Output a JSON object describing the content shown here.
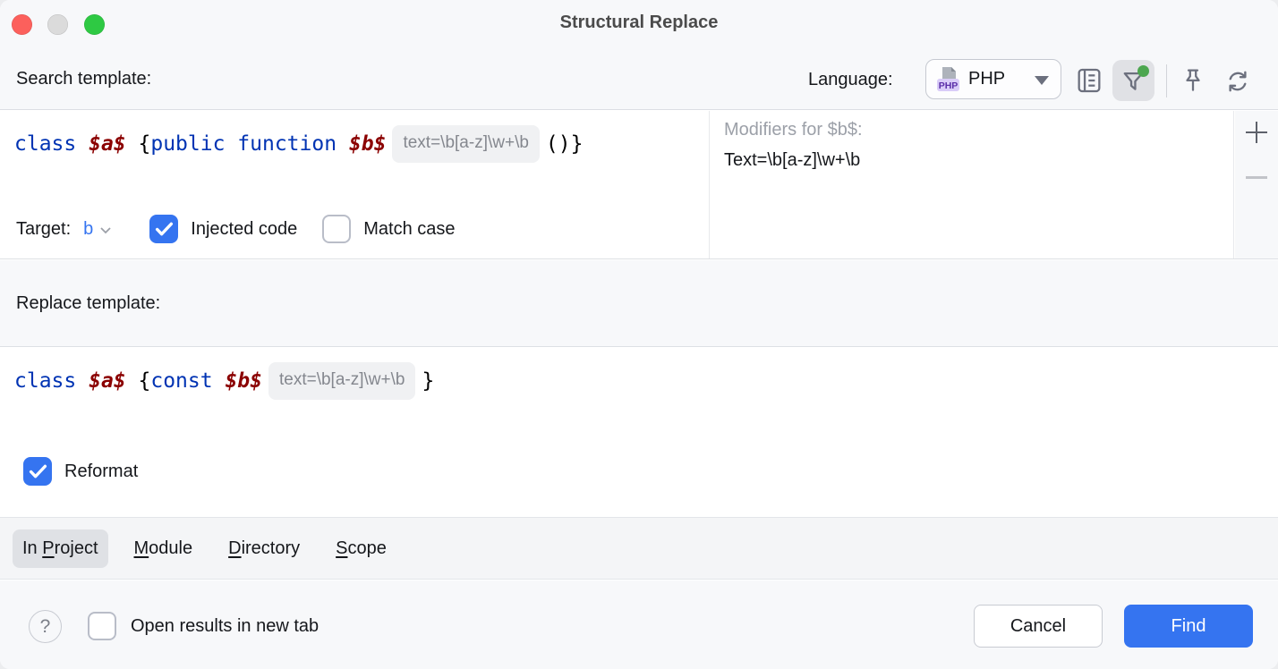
{
  "colors": {
    "accent": "#3574F0",
    "keyword_blue": "#0033B3",
    "template_variable_red": "#8B0000",
    "filter_active_dot_green": "#4CA64F",
    "panel_grey": "#F7F8FA",
    "traffic_close": "#FC605C",
    "traffic_minimize_disabled": "#DBDBDB",
    "traffic_zoom": "#2EC943"
  },
  "window": {
    "title": "Structural Replace"
  },
  "header": {
    "search_template_label": "Search template:",
    "language_label": "Language:",
    "language_select": {
      "value": "PHP",
      "badge": "PHP",
      "icon": "php-file-icon"
    },
    "toolbar": {
      "saved_templates_icon": "saved-templates-book-icon",
      "filter_icon": "filter-funnel-icon",
      "filter_active": true,
      "pin_icon": "pin-icon",
      "reset_icon": "reset-sync-icon"
    }
  },
  "search_editor": {
    "code": {
      "kw1": "class ",
      "var1": "$a$",
      "p1": " {",
      "kw2": "public ",
      "kw3": "function ",
      "var2": "$b$",
      "hint": "text=\\b[a-z]\\w+\\b",
      "p2": "()}"
    },
    "target": {
      "label": "Target:",
      "value": "b",
      "injected_code": {
        "label": "Injected code",
        "checked": true
      },
      "match_case": {
        "label": "Match case",
        "checked": false
      }
    }
  },
  "modifiers_panel": {
    "title": "Modifiers for $b$:",
    "entry": "Text=\\b[a-z]\\w+\\b",
    "add_icon": "plus-icon",
    "remove_icon": "minus-icon"
  },
  "replace_section": {
    "label": "Replace template:",
    "code": {
      "kw1": "class ",
      "var1": "$a$",
      "p1": " {",
      "kw2": "const ",
      "var2": "$b$",
      "hint": "text=\\b[a-z]\\w+\\b",
      "p2": "}"
    },
    "reformat": {
      "label": "Reformat",
      "checked": true
    }
  },
  "scope_tabs": [
    {
      "pre": "In ",
      "mn": "P",
      "post": "roject",
      "selected": true
    },
    {
      "pre": "",
      "mn": "M",
      "post": "odule",
      "selected": false
    },
    {
      "pre": "",
      "mn": "D",
      "post": "irectory",
      "selected": false
    },
    {
      "pre": "",
      "mn": "S",
      "post": "cope",
      "selected": false
    }
  ],
  "footer": {
    "help": "?",
    "open_results": {
      "label": "Open results in new tab",
      "checked": false
    },
    "cancel": "Cancel",
    "find": "Find"
  }
}
